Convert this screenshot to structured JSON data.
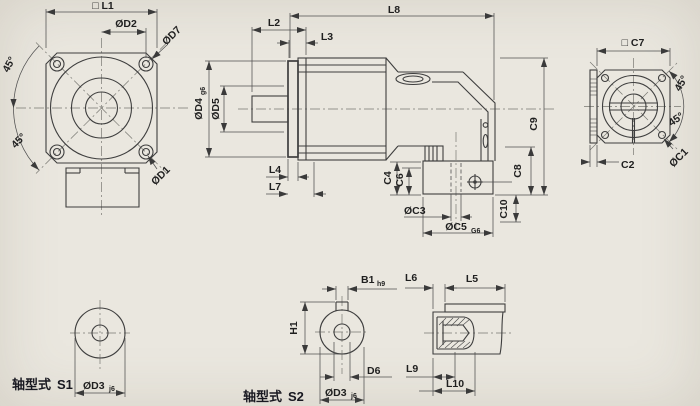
{
  "palette": {
    "paper": "#eae7df",
    "ink": "#3e3e3e",
    "label": "#1f1f1f",
    "caption": "#181820"
  },
  "views": {
    "front": {
      "l1": "□ L1",
      "d2": "ØD2",
      "d7": "ØD7",
      "d1": "ØD1",
      "angle_upper": "45°",
      "angle_lower": "45°"
    },
    "side": {
      "l8": "L8",
      "l2": "L2",
      "l3": "L3",
      "l4": "L4",
      "l7": "L7",
      "d4": "ØD4",
      "d4_fit": "g6",
      "d5": "ØD5",
      "c4": "C4",
      "c6": "C6",
      "c3": "ØC3",
      "c5": "ØC5",
      "c5_fit": "G6",
      "c8": "C8",
      "c9": "C9",
      "c10": "C10"
    },
    "rear": {
      "c7": "□ C7",
      "angle_upper": "45°",
      "angle_lower": "45°",
      "c2": "C2",
      "c1": "ØC1"
    },
    "shaft_s1": {
      "caption": "轴型式",
      "code": "S1",
      "d3": "ØD3",
      "d3_fit": "j6"
    },
    "shaft_s2": {
      "caption": "轴型式",
      "code": "S2",
      "b1": "B1",
      "b1_fit": "h9",
      "h1": "H1",
      "d6": "D6",
      "d3": "ØD3",
      "d3_fit": "j6"
    },
    "shaft_s2_side": {
      "l5": "L5",
      "l6": "L6",
      "l9": "L9",
      "l10": "L10"
    }
  }
}
